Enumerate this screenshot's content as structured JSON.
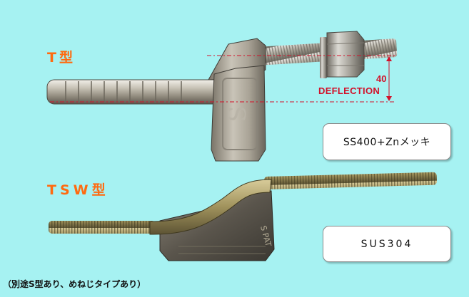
{
  "products": [
    {
      "model_label": "T型",
      "material": "SS400+Znメッキ"
    },
    {
      "model_label": "TSW型",
      "material": "SUS304"
    }
  ],
  "deflection": {
    "value": "40",
    "label": "DEFLECTION"
  },
  "footnote": "（別途S型あり、めねじタイプあり）",
  "colors": {
    "background": "#a6f2f2",
    "model_label": "#ff6a10",
    "dimension": "#d2112a"
  }
}
